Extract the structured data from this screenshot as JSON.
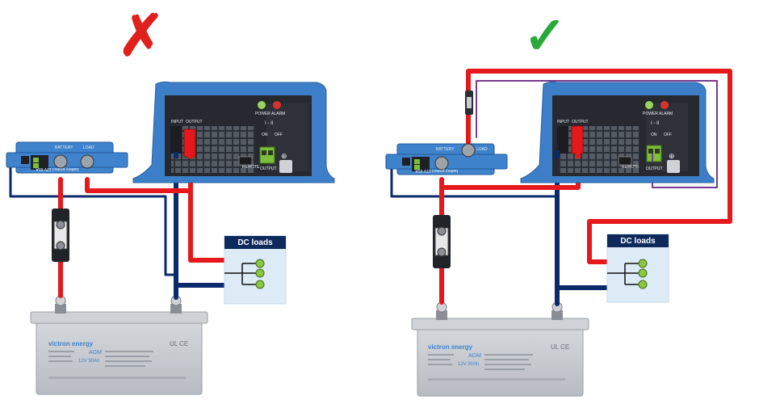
{
  "left_panel": {
    "verdict_symbol": "✗",
    "dc_loads_label": "DC loads",
    "protector_label": "battery protect 12V 65A",
    "protector_terminals": [
      "BATTERY",
      "LOAD"
    ],
    "charger_terminals": [
      "INPUT",
      "OUTPUT"
    ],
    "charger_leds": [
      "POWER",
      "ALARM"
    ],
    "charger_sub_labels": [
      "REMOTE",
      "OUTPUT",
      "ON",
      "OFF"
    ],
    "battery_brand": "victron energy",
    "battery_model": "AGM",
    "battery_capacity": "12V 90Ah"
  },
  "right_panel": {
    "verdict_symbol": "✓",
    "dc_loads_label": "DC loads",
    "protector_label": "battery protect 12V 65A",
    "protector_terminals": [
      "BATTERY",
      "LOAD"
    ],
    "charger_terminals": [
      "INPUT",
      "OUTPUT"
    ],
    "charger_leds": [
      "POWER",
      "ALARM"
    ],
    "charger_sub_labels": [
      "REMOTE",
      "OUTPUT",
      "ON",
      "OFF"
    ],
    "battery_brand": "victron energy",
    "battery_model": "AGM",
    "battery_capacity": "12V 90Ah"
  },
  "colors": {
    "cross": "#e0201b",
    "check": "#2aa83a",
    "positive_wire": "#e5191c",
    "negative_wire": "#0b2a6b",
    "remote_wire": "#7a3a8c",
    "charger_body": "#3c7fc8",
    "protector_body": "#3f83cc",
    "battery_body": "#c9ccd1",
    "dc_loads_header": "#0e2a5c",
    "dc_loads_box": "#dcebf6",
    "terminal_green": "#7bbf3a"
  }
}
